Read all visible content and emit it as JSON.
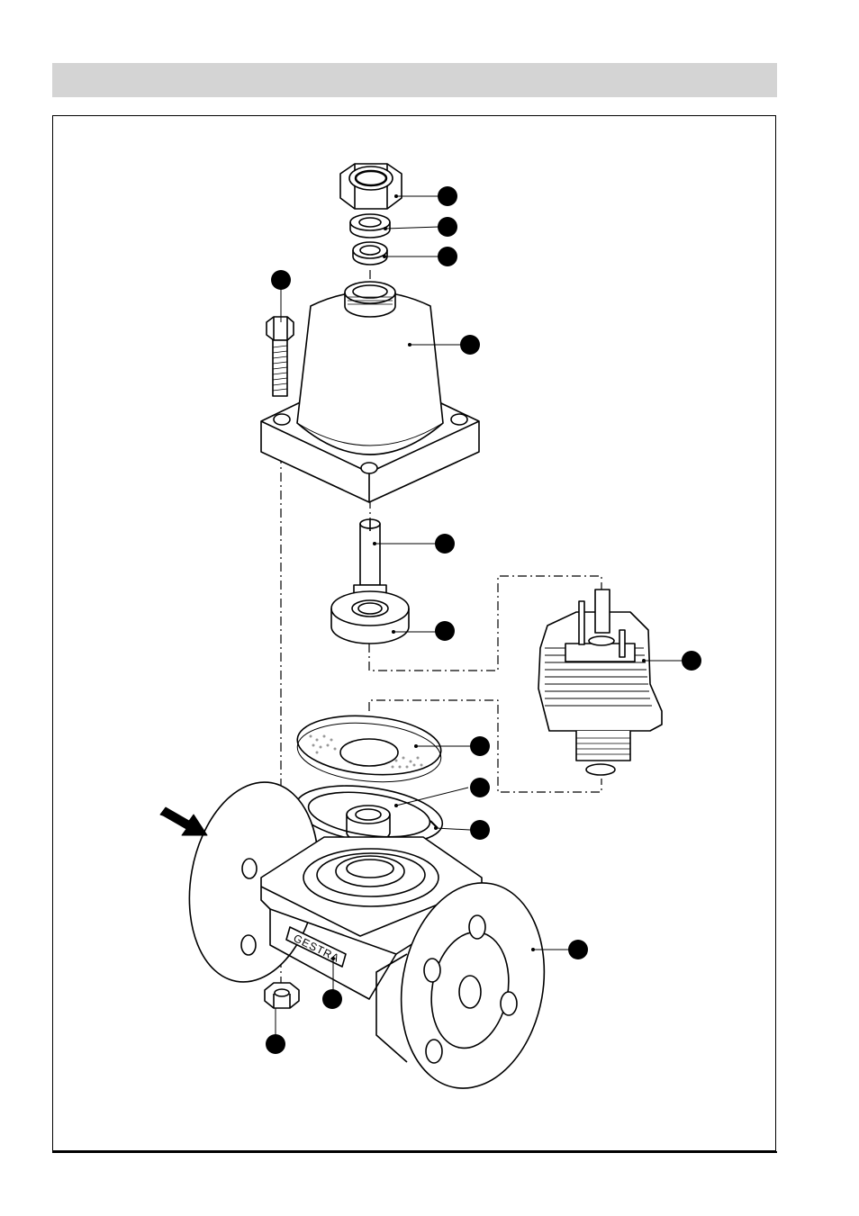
{
  "header": {
    "title": ""
  },
  "figure": {
    "nameplate_text": "GESTRA",
    "callouts": [
      {
        "id": "callout-1"
      },
      {
        "id": "callout-2"
      },
      {
        "id": "callout-3"
      },
      {
        "id": "callout-4"
      },
      {
        "id": "callout-5"
      },
      {
        "id": "callout-6"
      },
      {
        "id": "callout-7"
      },
      {
        "id": "callout-8"
      },
      {
        "id": "callout-9"
      },
      {
        "id": "callout-10"
      },
      {
        "id": "callout-11"
      },
      {
        "id": "callout-12"
      },
      {
        "id": "callout-13"
      },
      {
        "id": "callout-14"
      },
      {
        "id": "callout-15"
      }
    ]
  },
  "colors": {
    "header_bar": "#d4d4d4",
    "ink": "#000000"
  }
}
